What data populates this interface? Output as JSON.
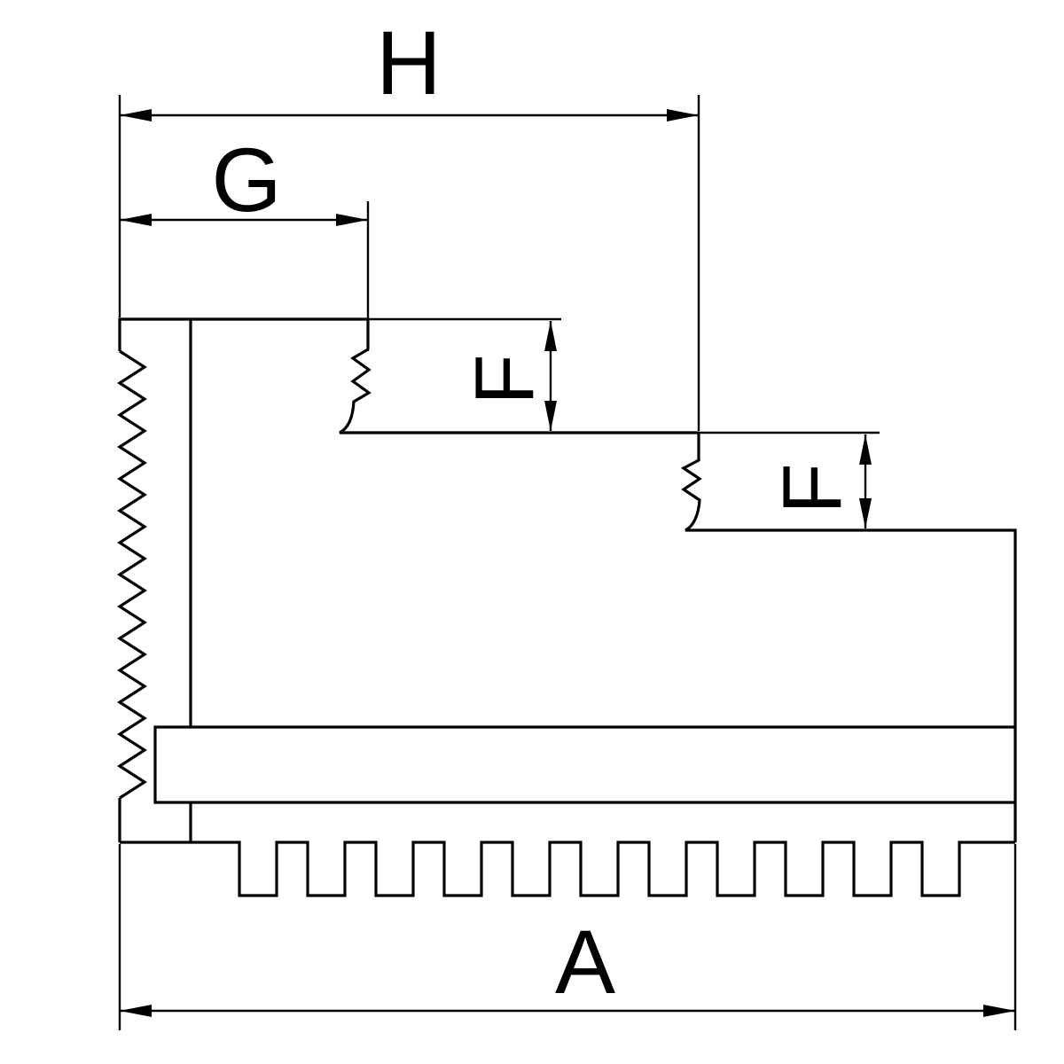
{
  "page": {
    "background_color": "#ffffff",
    "line_color": "#000000"
  },
  "drawing": {
    "type": "technical-drawing",
    "view": "stepped-jaw-side-profile",
    "labels": {
      "dim_h": "H",
      "dim_g": "G",
      "dim_f1": "F",
      "dim_f2": "F",
      "dim_a": "A"
    }
  }
}
